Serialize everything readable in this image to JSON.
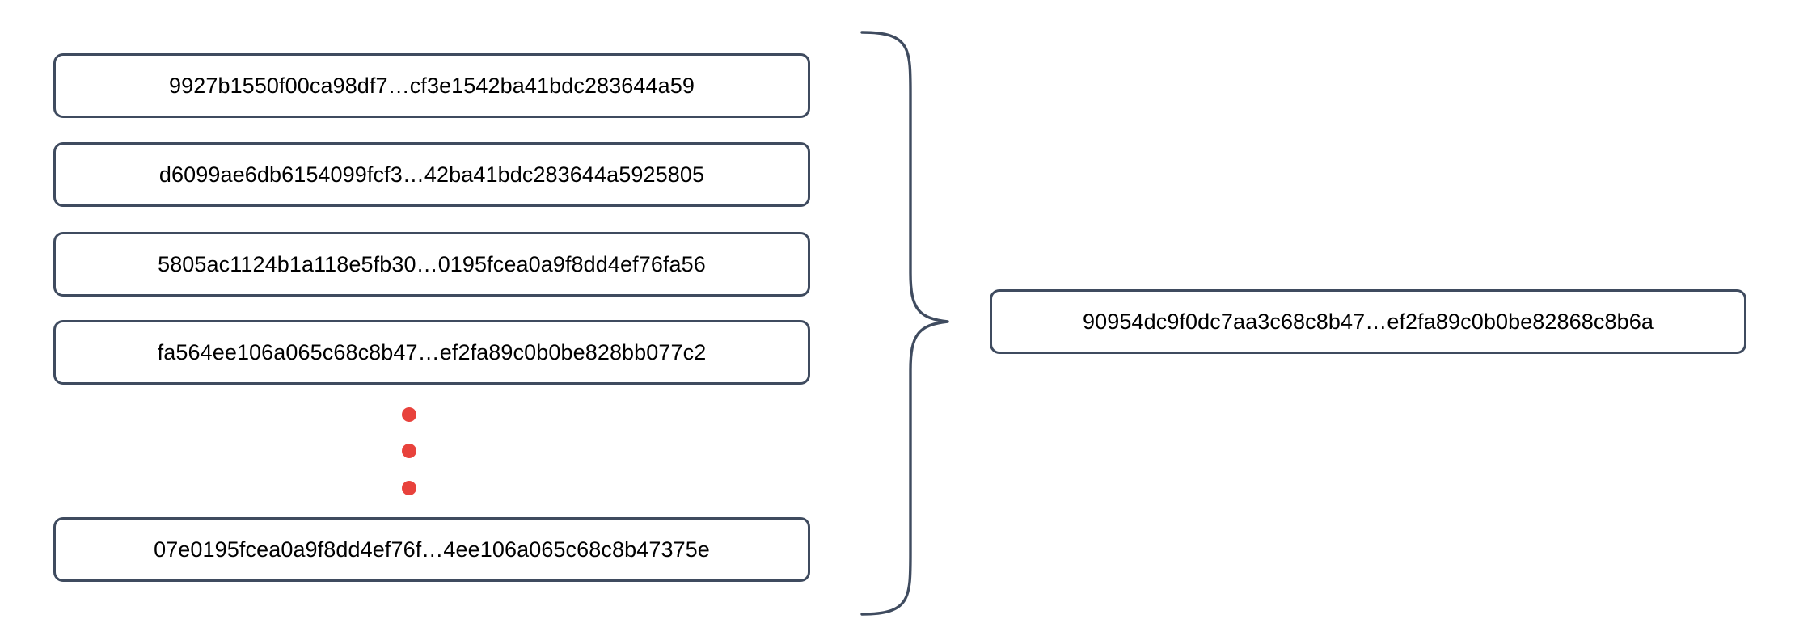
{
  "diagram": {
    "type": "aggregation-brace",
    "title": "",
    "background_color": "#ffffff",
    "box_border_color": "#3f4b5f",
    "box_fill_color": "#ffffff",
    "text_color": "#000000",
    "brace_color": "#3f4b5f",
    "ellipsis_dot_color": "#e8423c",
    "inputs": [
      {
        "label": "9927b1550f00ca98df7…cf3e1542ba41bdc283644a59"
      },
      {
        "label": "d6099ae6db6154099fcf3…42ba41bdc283644a5925805"
      },
      {
        "label": "5805ac1124b1a118e5fb30…0195fcea0a9f8dd4ef76fa56"
      },
      {
        "label": "fa564ee106a065c68c8b47…ef2fa89c0b0be828bb077c2"
      },
      {
        "label": "07e0195fcea0a9f8dd4ef76f…4ee106a065c68c8b47375e"
      }
    ],
    "ellipsis": {
      "dots": [
        "dot",
        "dot",
        "dot"
      ]
    },
    "result": {
      "label": "90954dc9f0dc7aa3c68c8b47…ef2fa89c0b0be82868c8b6a"
    }
  }
}
